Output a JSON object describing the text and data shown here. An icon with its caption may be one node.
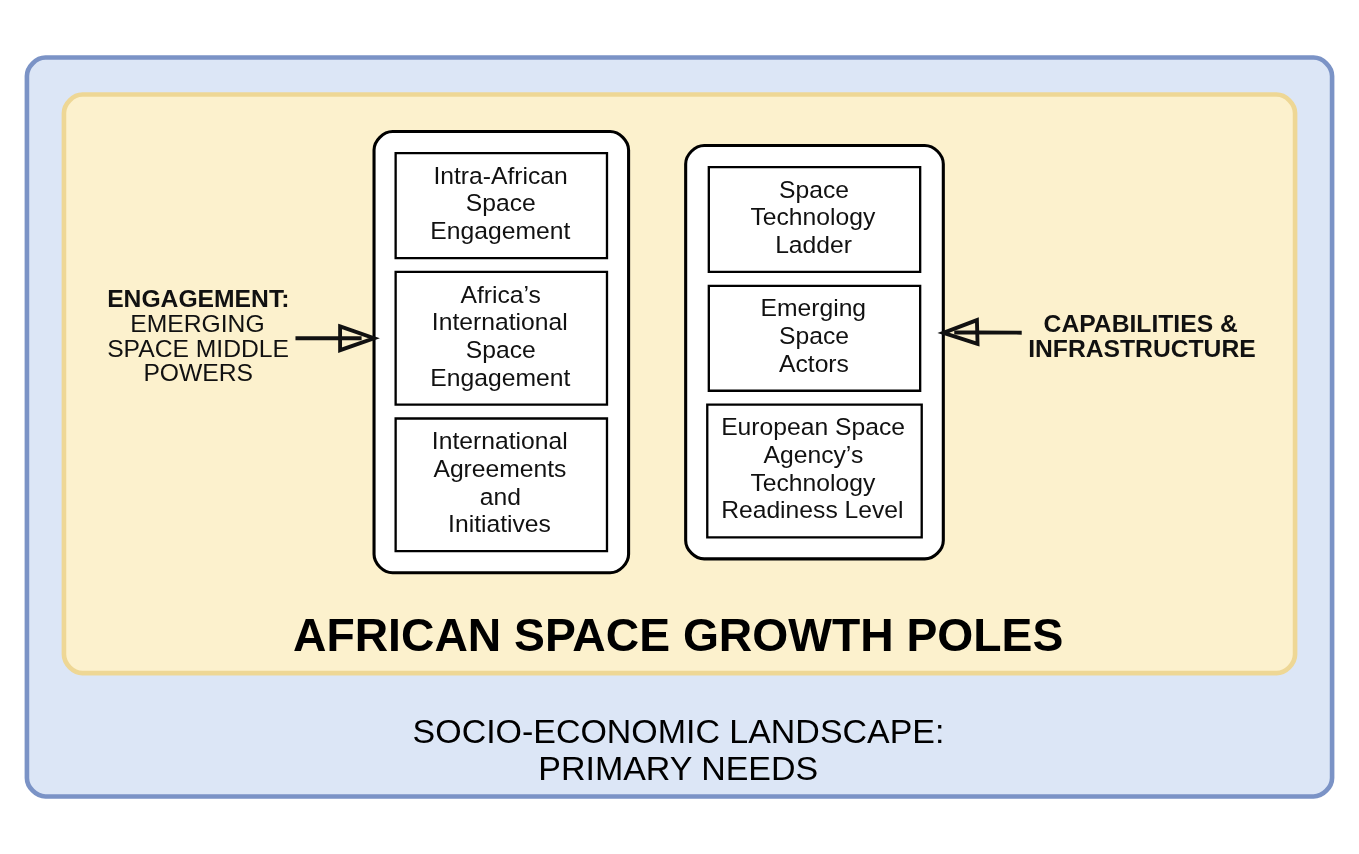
{
  "diagram": {
    "nodes": [
      {
        "text": [
          "SOCIO-ECONOMIC LANDSCAPE: PRIMARY NEEDS"
        ]
      },
      {
        "text": [
          "AFRICAN SPACE GROWTH POLES"
        ],
        "in": 0
      },
      {
        "text": [
          "ENGAGEMENT:",
          "EMERGING SPACE MIDDLE POWERS"
        ],
        "in": 1
      },
      {
        "text": [],
        "shape": "semicircle",
        "in": 1
      },
      {
        "text": [
          "Intra-African Space Engagement"
        ],
        "in": 3
      },
      {
        "text": [
          "Africa’s International Space Engagement"
        ],
        "in": 3
      },
      {
        "text": [
          "International Agreements and Initiatives"
        ],
        "in": 3
      },
      {
        "text": [],
        "shape": "semicircle",
        "in": 1
      },
      {
        "text": [
          "Space Technology Ladder"
        ],
        "in": 7
      },
      {
        "text": [
          "Emerging Space Actors"
        ],
        "in": 7
      },
      {
        "text": [
          "European Space Agency’s Technology Readiness Level"
        ],
        "in": 7
      },
      {
        "text": [
          "CAPABILITIES & INFRASTRUCTURE"
        ],
        "in": 1
      }
    ],
    "edges": [
      {
        "from": 2,
        "to": 3,
        "arrow": "to"
      },
      {
        "from": 11,
        "to": 7,
        "arrow": "to"
      }
    ]
  }
}
